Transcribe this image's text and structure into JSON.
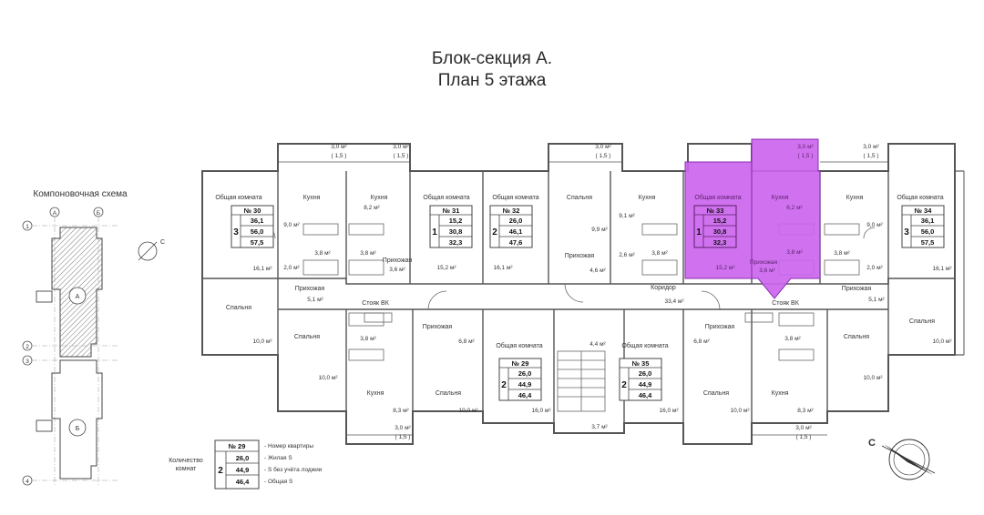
{
  "title_line1": "Блок-секция А.",
  "title_line2": "План 5 этажа",
  "scheme": {
    "label": "Компоновочная схема",
    "axis_a": "А",
    "axis_b": "Б",
    "rows": [
      "1",
      "2",
      "3",
      "4"
    ],
    "block_a": "А",
    "block_b": "Б"
  },
  "rooms": {
    "obshchaya": "Общая комната",
    "kuhnya": "Кухня",
    "spalnya": "Спальня",
    "prihozhaya": "Прихожая",
    "koridor": "Коридор",
    "stoyak": "Стояк ВК"
  },
  "apartments": [
    {
      "num": "№ 30",
      "rooms": "3",
      "v1": "36,1",
      "v2": "56,0",
      "v3": "57,5"
    },
    {
      "num": "№ 31",
      "rooms": "1",
      "v1": "15,2",
      "v2": "30,8",
      "v3": "32,3"
    },
    {
      "num": "№ 32",
      "rooms": "2",
      "v1": "26,0",
      "v2": "46,1",
      "v3": "47,6"
    },
    {
      "num": "№ 33",
      "rooms": "1",
      "v1": "15,2",
      "v2": "30,8",
      "v3": "32,3",
      "highlight": true
    },
    {
      "num": "№ 34",
      "rooms": "3",
      "v1": "36,1",
      "v2": "56,0",
      "v3": "57,5"
    },
    {
      "num": "№ 29",
      "rooms": "2",
      "v1": "26,0",
      "v2": "44,9",
      "v3": "46,4"
    },
    {
      "num": "№ 35",
      "rooms": "2",
      "v1": "26,0",
      "v2": "44,9",
      "v3": "46,4"
    }
  ],
  "areas": {
    "a16_1": "16,1 м²",
    "a10_0": "10,0 м²",
    "a9_0": "9,0 м²",
    "a2_0": "2,0 м²",
    "a5_1": "5,1 м²",
    "a3_8": "3,8 м²",
    "a8_2": "8,2 м²",
    "a3_6": "3,6 м²",
    "a15_2": "15,2 м²",
    "a9_9": "9,9 м²",
    "a4_6": "4,6 м²",
    "a9_1": "9,1 м²",
    "a2_6": "2,6 м²",
    "a6_2": "6,2 м²",
    "a33_4": "33,4 м²",
    "a6_8": "6,8 м²",
    "a4_4": "4,4 м²",
    "a3_7": "3,7 м²",
    "a8_3": "8,3 м²",
    "a16_0": "16,0 м²",
    "a3_0": "3,0 м²",
    "a1_5": "( 1,5 )"
  },
  "legend": {
    "num": "№ 29",
    "rooms": "2",
    "v1": "26,0",
    "v2": "44,9",
    "v3": "46,4",
    "caption_rooms": "Количество комнат",
    "d_num": "- Номер квартиры",
    "d_v1": "- Жилая S",
    "d_v2": "- S без учёта лоджии",
    "d_v3": "- Общая S"
  },
  "compass": "С",
  "colors": {
    "highlight": "#cc66ee",
    "wall": "#555555",
    "frame": "#666666"
  }
}
